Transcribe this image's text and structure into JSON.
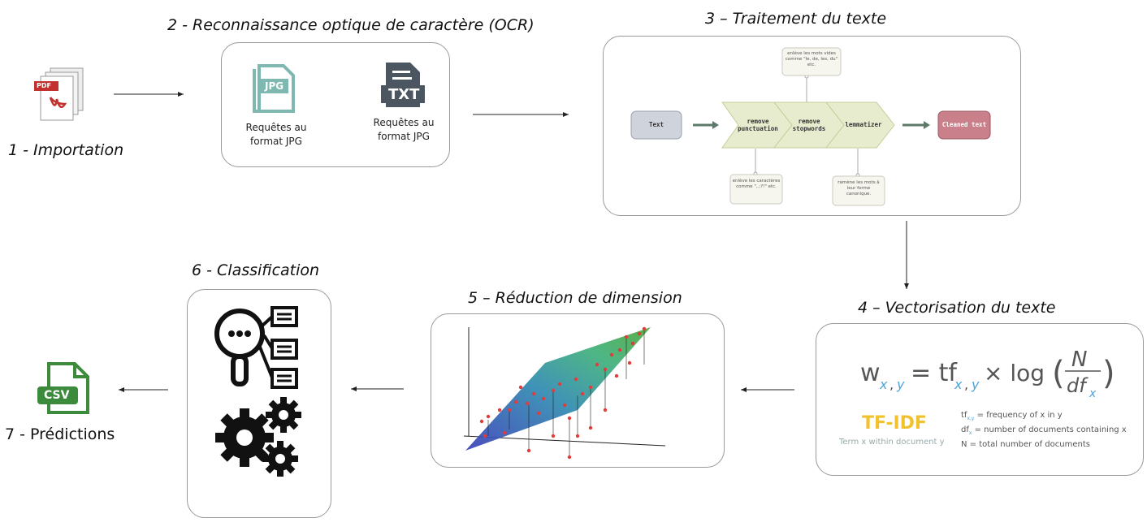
{
  "steps": {
    "s1": "1 - Importation",
    "s2": "2 - Reconnaissance optique de caractère (OCR)",
    "s3": "3 – Traitement du texte",
    "s4": "4 – Vectorisation du texte",
    "s5": "5 – Réduction de dimension",
    "s6": "6 - Classification",
    "s7": "7 - Prédictions"
  },
  "icons": {
    "pdf": "PDF",
    "jpg": "JPG",
    "txt": "TXT",
    "csv": "CSV"
  },
  "ocr": {
    "jpg_caption": "Requêtes au format JPG",
    "txt_caption": "Requêtes au format JPG"
  },
  "pipeline": {
    "input": "Text",
    "stage1": "remove punctuation",
    "stage2": "remove stopwords",
    "stage3": "lemmatizer",
    "output": "Cleaned text",
    "note_top": "enlève les mots vides comme \"le, de, les, du\" etc.",
    "note_bottom_left": "enlève les caractères comme \",.;?!\" etc.",
    "note_bottom_right": "ramène les mots à leur forme canonique."
  },
  "tfidf": {
    "title": "TF-IDF",
    "subtitle": "Term x within document y",
    "def1": "= frequency of x in y",
    "def2": "= number of documents containing x",
    "def3": "N = total number of documents"
  },
  "colors": {
    "tfidf_title": "#f2c12e",
    "subscript_blue": "#4da3d9",
    "chevron_fill": "#e8ecce",
    "input_fill": "#cfd4dc",
    "output_fill": "#c9808a",
    "arrow_green": "#5c7a6a"
  }
}
